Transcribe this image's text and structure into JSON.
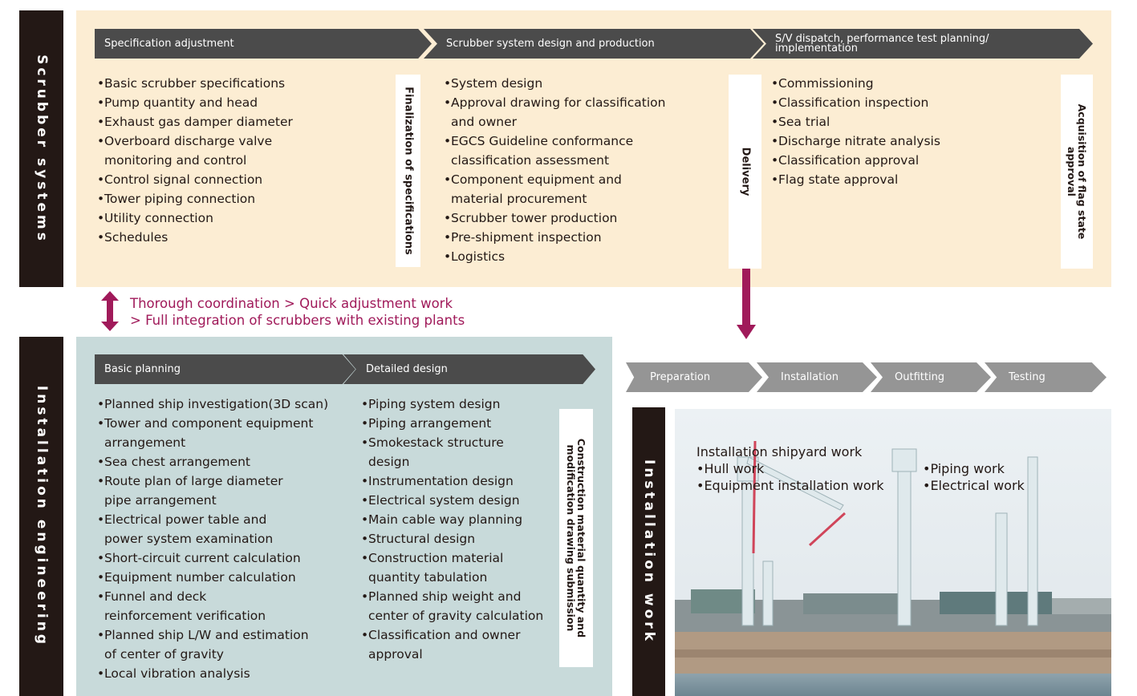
{
  "colors": {
    "scrubber_panel": "#fcedd3",
    "installation_panel": "#c8dada",
    "chevron": "#4b4b4b",
    "chevron_light": "#959595",
    "label_bg": "#231815",
    "accent_arrow": "#a01a5a"
  },
  "scrubber": {
    "side_label": "Scrubber systems",
    "steps": [
      {
        "label": "Specification adjustment"
      },
      {
        "label": "Scrubber system design and production"
      },
      {
        "label": "S/V dispatch, performance test planning/ implementation"
      }
    ],
    "col1": [
      "Basic scrubber specifications",
      "Pump quantity and head",
      "Exhaust gas damper diameter",
      "Overboard discharge valve",
      "monitoring and control",
      "Control signal connection",
      "Tower piping connection",
      "Utility connection",
      "Schedules"
    ],
    "col2": [
      "System design",
      "Approval drawing for classification",
      "and owner",
      "EGCS Guideline conformance",
      "classification assessment",
      "Component equipment and",
      "material procurement",
      "Scrubber tower production",
      "Pre-shipment inspection",
      "Logistics"
    ],
    "col3": [
      "Commissioning",
      "Classification inspection",
      "Sea trial",
      "Discharge nitrate analysis",
      "Classification approval",
      "Flag state approval"
    ],
    "milestones": {
      "finalization": "Finalization of specifications",
      "delivery": "Delivery",
      "flag_state": "Acquisition of flag state approval"
    }
  },
  "coordination": {
    "line1": "Thorough coordination > Quick adjustment work",
    "line2": "> Full integration of scrubbers with existing plants"
  },
  "engineering": {
    "side_label": "Installation engineering",
    "steps": [
      {
        "label": "Basic planning"
      },
      {
        "label": "Detailed design"
      }
    ],
    "col1": [
      "Planned ship investigation(3D scan)",
      "Tower and component equipment",
      "arrangement",
      "Sea chest arrangement",
      "Route plan of large diameter",
      "pipe arrangement",
      "Electrical power table and",
      "power system examination",
      "Short-circuit current calculation",
      "Equipment number calculation",
      "Funnel and deck",
      "reinforcement verification",
      "Planned ship L/W and estimation",
      "of center of gravity",
      "Local vibration analysis"
    ],
    "col2": [
      "Piping system design",
      "Piping arrangement",
      "Smokestack structure",
      "design",
      "Instrumentation design",
      "Electrical system design",
      "Main cable way planning",
      "Structural design",
      "Construction material",
      "quantity tabulation",
      "Planned ship weight and",
      "center of gravity calculation",
      "Classification and owner",
      "approval"
    ],
    "milestone": "Construction material quantity and modification drawing submission"
  },
  "work": {
    "side_label": "Installation work",
    "steps": [
      {
        "label": "Preparation"
      },
      {
        "label": "Installation"
      },
      {
        "label": "Outfitting"
      },
      {
        "label": "Testing"
      }
    ],
    "caption_left": {
      "title": "Installation shipyard work",
      "items": [
        "Hull work",
        "Equipment installation work"
      ]
    },
    "caption_right": {
      "items": [
        "Piping work",
        "Electrical work"
      ]
    }
  }
}
